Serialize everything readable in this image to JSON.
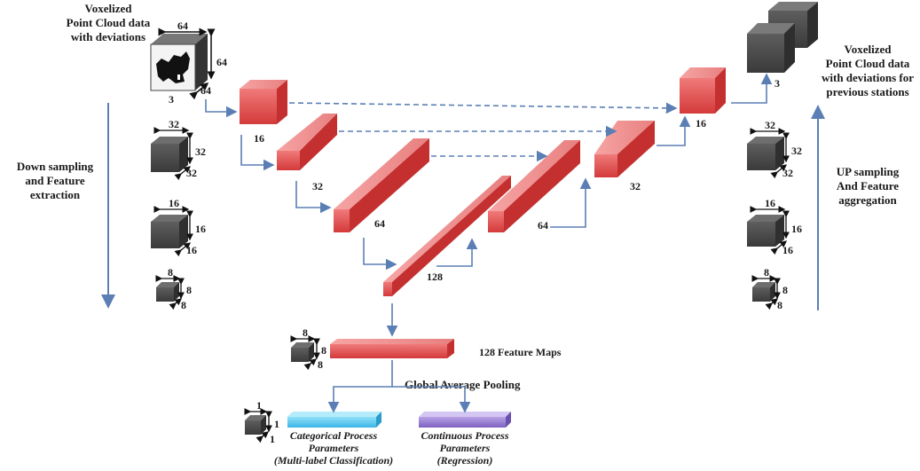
{
  "input_label": [
    "Voxelized",
    "Point Cloud data",
    "with deviations"
  ],
  "output_label": [
    "Voxelized",
    "Point Cloud data",
    "with deviations for",
    "previous stations"
  ],
  "down_label": [
    "Down sampling",
    "and Feature",
    "extraction"
  ],
  "up_label": [
    "UP sampling",
    "And Feature",
    "aggregation"
  ],
  "input_dims": {
    "w": "64",
    "h": "64",
    "d": "64",
    "channels": "3"
  },
  "encoder_channels": [
    "16",
    "32",
    "64",
    "128"
  ],
  "decoder_channels": [
    "64",
    "32",
    "16"
  ],
  "output_channels": "3",
  "left_cube_dims": [
    {
      "w": "32",
      "h": "32",
      "d": "32"
    },
    {
      "w": "16",
      "h": "16",
      "d": "16"
    },
    {
      "w": "8",
      "h": "8",
      "d": "8"
    }
  ],
  "right_cube_dims": [
    {
      "w": "32",
      "h": "32",
      "d": "32"
    },
    {
      "w": "16",
      "h": "16",
      "d": "16"
    },
    {
      "w": "8",
      "h": "8",
      "d": "8"
    }
  ],
  "feature_maps": {
    "label": "128 Feature Maps",
    "w": "8",
    "h": "8",
    "d": "8"
  },
  "pooling_label": "Global Average Pooling",
  "pooled_dims": {
    "w": "1",
    "h": "1",
    "d": "1"
  },
  "heads": [
    {
      "lines": [
        "Categorical Process",
        "Parameters",
        "(Multi-label Classification)"
      ],
      "color": "#5bc8ee"
    },
    {
      "lines": [
        "Continuous Process",
        "Parameters",
        "(Regression)"
      ],
      "color": "#9a7fd0"
    }
  ],
  "colors": {
    "block": "#e24a4a",
    "arrow": "#5b7fb5",
    "cube": "#4a4a4a"
  }
}
